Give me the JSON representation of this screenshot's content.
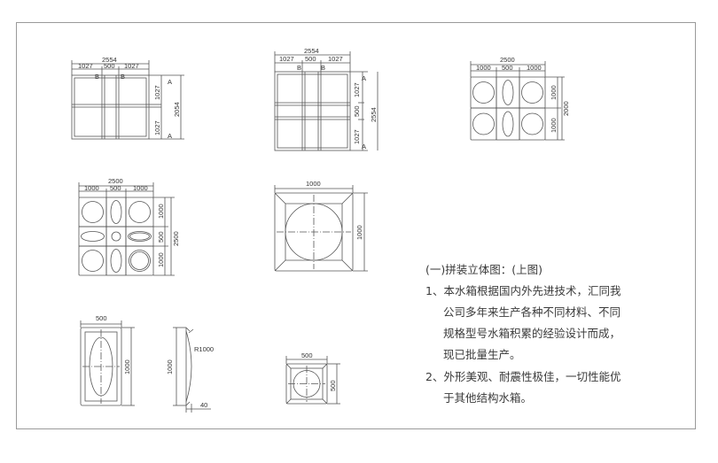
{
  "dims": {
    "d2554": "2554",
    "d1027": "1027",
    "d500": "500",
    "d2054": "2054",
    "d2500": "2500",
    "d1000": "1000",
    "d2000": "2000",
    "r1000": "R1000",
    "d40": "40",
    "markA": "A",
    "markB": "B"
  },
  "notes": {
    "heading": "(一)拼装立体图：(上图)",
    "item1_line1": "1、本水箱根据国内外先进技术，汇同我",
    "item1_line2": "公司多年来生产各种不同材料、不同",
    "item1_line3": "规格型号水箱积累的经验设计而成，",
    "item1_line4": "现已批量生产。",
    "item2_line1": "2、外形美观、耐震性极佳，一切性能优",
    "item2_line2": "于其他结构水箱。"
  }
}
